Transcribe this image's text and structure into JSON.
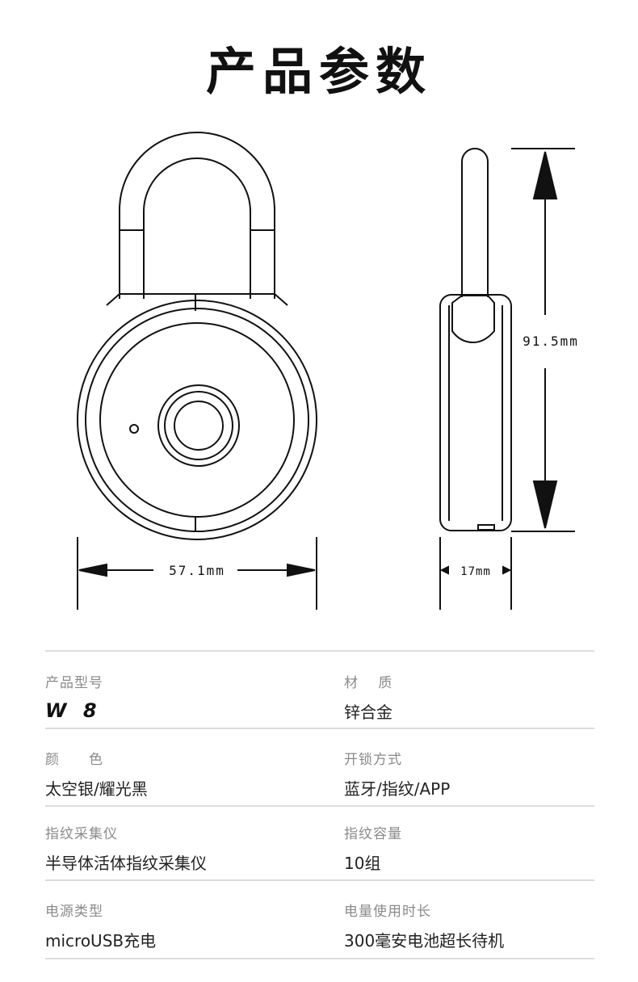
{
  "header": {
    "title": "产品参数"
  },
  "dimensions": {
    "width_label": "57.1mm",
    "depth_label": "17mm",
    "height_label": "91.5mm"
  },
  "specs": [
    {
      "label": "产品型号",
      "value": "W 8"
    },
    {
      "label": "材　 质",
      "value": "锌合金"
    },
    {
      "label": "颜　　色",
      "value": "太空银/耀光黑"
    },
    {
      "label": "开锁方式",
      "value": "蓝牙/指纹/APP"
    },
    {
      "label": "指纹采集仪",
      "value": "半导体活体指纹采集仪"
    },
    {
      "label": "指纹容量",
      "value": "10组"
    },
    {
      "label": "电源类型",
      "value": "microUSB充电"
    },
    {
      "label": "电量使用时长",
      "value": "300毫安电池超长待机"
    }
  ]
}
